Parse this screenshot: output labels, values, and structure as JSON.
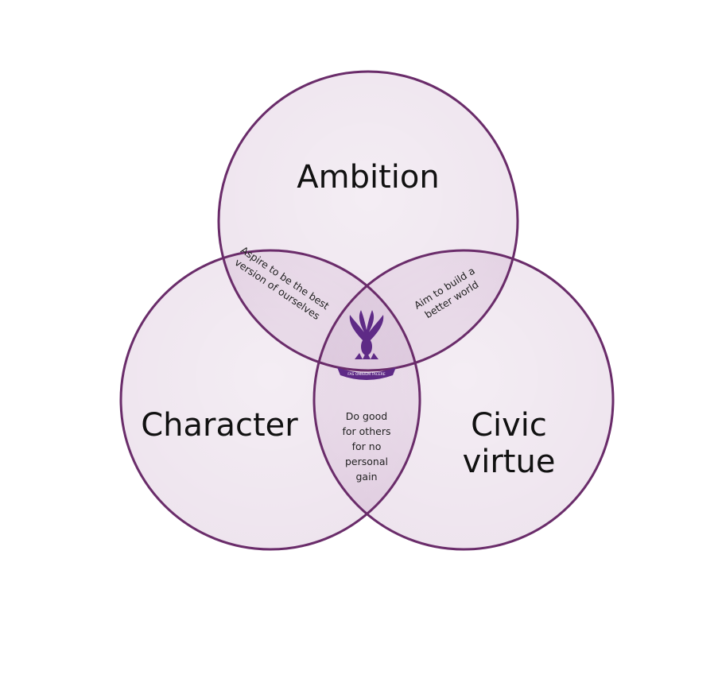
{
  "diagram": {
    "circles": {
      "top": {
        "label": "Ambition"
      },
      "left": {
        "label": "Character"
      },
      "right": {
        "label_line1": "Civic",
        "label_line2": "virtue"
      }
    },
    "overlaps": {
      "top_left": {
        "line1": "Aspire to be the best",
        "line2": "version of ourselves"
      },
      "top_right": {
        "line1": "Aim to build a",
        "line2": "better world"
      },
      "left_right": {
        "line1": "Do good",
        "line2": "for others",
        "line3": "for no",
        "line4": "personal",
        "line5": "gain"
      }
    },
    "center_emblem": {
      "icon": "phoenix-crest-icon",
      "ribbon_text": "FAS OMNIUM FACERE"
    },
    "colors": {
      "circle_fill": "#eee4ee",
      "pair_overlap_fill": "#dfcbdf",
      "center_overlap_fill": "#cfb3d0",
      "outline": "#6a2c6a",
      "emblem": "#5e2a86"
    }
  }
}
